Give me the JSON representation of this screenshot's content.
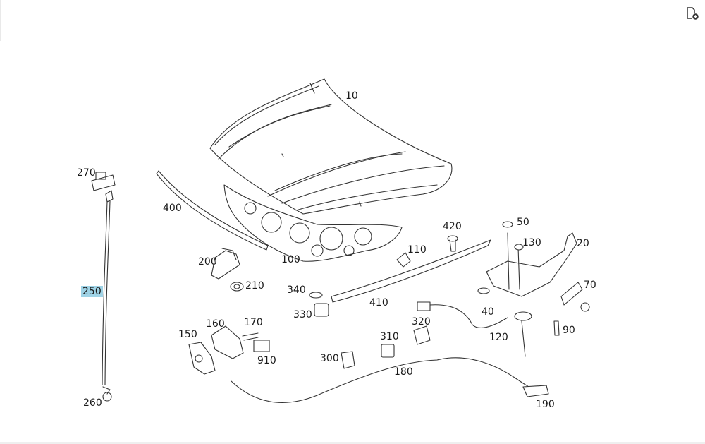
{
  "toolbar": {
    "icon": "page-add-icon"
  },
  "diagram": {
    "callouts": [
      {
        "id": "10",
        "label": "10",
        "highlighted": false
      },
      {
        "id": "20",
        "label": "20",
        "highlighted": false
      },
      {
        "id": "40",
        "label": "40",
        "highlighted": false
      },
      {
        "id": "50",
        "label": "50",
        "highlighted": false
      },
      {
        "id": "70",
        "label": "70",
        "highlighted": false
      },
      {
        "id": "90",
        "label": "90",
        "highlighted": false
      },
      {
        "id": "100",
        "label": "100",
        "highlighted": false
      },
      {
        "id": "110",
        "label": "110",
        "highlighted": false
      },
      {
        "id": "120",
        "label": "120",
        "highlighted": false
      },
      {
        "id": "130",
        "label": "130",
        "highlighted": false
      },
      {
        "id": "150",
        "label": "150",
        "highlighted": false
      },
      {
        "id": "160",
        "label": "160",
        "highlighted": false
      },
      {
        "id": "170",
        "label": "170",
        "highlighted": false
      },
      {
        "id": "180",
        "label": "180",
        "highlighted": false
      },
      {
        "id": "190",
        "label": "190",
        "highlighted": false
      },
      {
        "id": "200",
        "label": "200",
        "highlighted": false
      },
      {
        "id": "210",
        "label": "210",
        "highlighted": false
      },
      {
        "id": "250",
        "label": "250",
        "highlighted": true
      },
      {
        "id": "260",
        "label": "260",
        "highlighted": false
      },
      {
        "id": "270",
        "label": "270",
        "highlighted": false
      },
      {
        "id": "300",
        "label": "300",
        "highlighted": false
      },
      {
        "id": "310",
        "label": "310",
        "highlighted": false
      },
      {
        "id": "320",
        "label": "320",
        "highlighted": false
      },
      {
        "id": "330",
        "label": "330",
        "highlighted": false
      },
      {
        "id": "340",
        "label": "340",
        "highlighted": false
      },
      {
        "id": "400",
        "label": "400",
        "highlighted": false
      },
      {
        "id": "410",
        "label": "410",
        "highlighted": false
      },
      {
        "id": "420",
        "label": "420",
        "highlighted": false
      },
      {
        "id": "910",
        "label": "910",
        "highlighted": false
      }
    ],
    "highlight_color": "#9fd3e6"
  }
}
